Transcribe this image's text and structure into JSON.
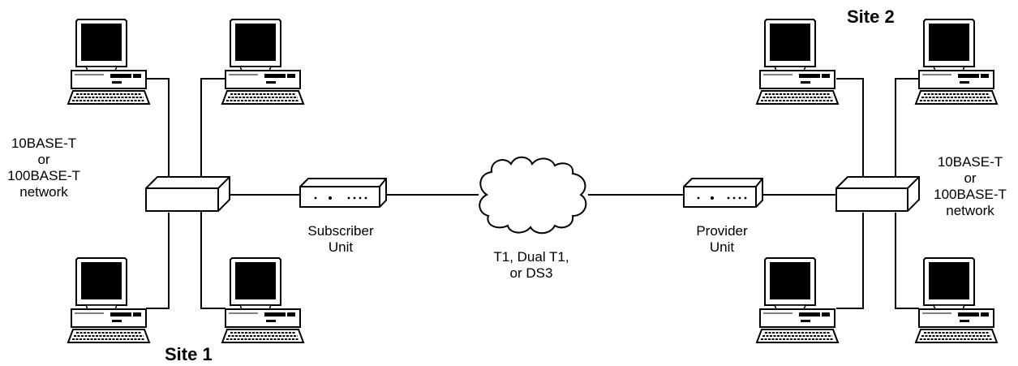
{
  "site1": {
    "title": "Site 1"
  },
  "site2": {
    "title": "Site 2"
  },
  "network_left": {
    "line1": "10BASE-T",
    "line2": "or",
    "line3": "100BASE-T",
    "line4": "network"
  },
  "network_right": {
    "line1": "10BASE-T",
    "line2": "or",
    "line3": "100BASE-T",
    "line4": "network"
  },
  "subscriber_unit": {
    "line1": "Subscriber",
    "line2": "Unit"
  },
  "provider_unit": {
    "line1": "Provider",
    "line2": "Unit"
  },
  "wan_cloud": {
    "line1": "T1, Dual T1,",
    "line2": "or DS3"
  },
  "icons": {
    "workstation": "workstation-icon",
    "hub": "hub-icon",
    "access_unit": "access-unit-icon",
    "cloud": "cloud-icon"
  },
  "colors": {
    "line": "#000000",
    "screen": "#000000",
    "body": "#ffffff"
  }
}
